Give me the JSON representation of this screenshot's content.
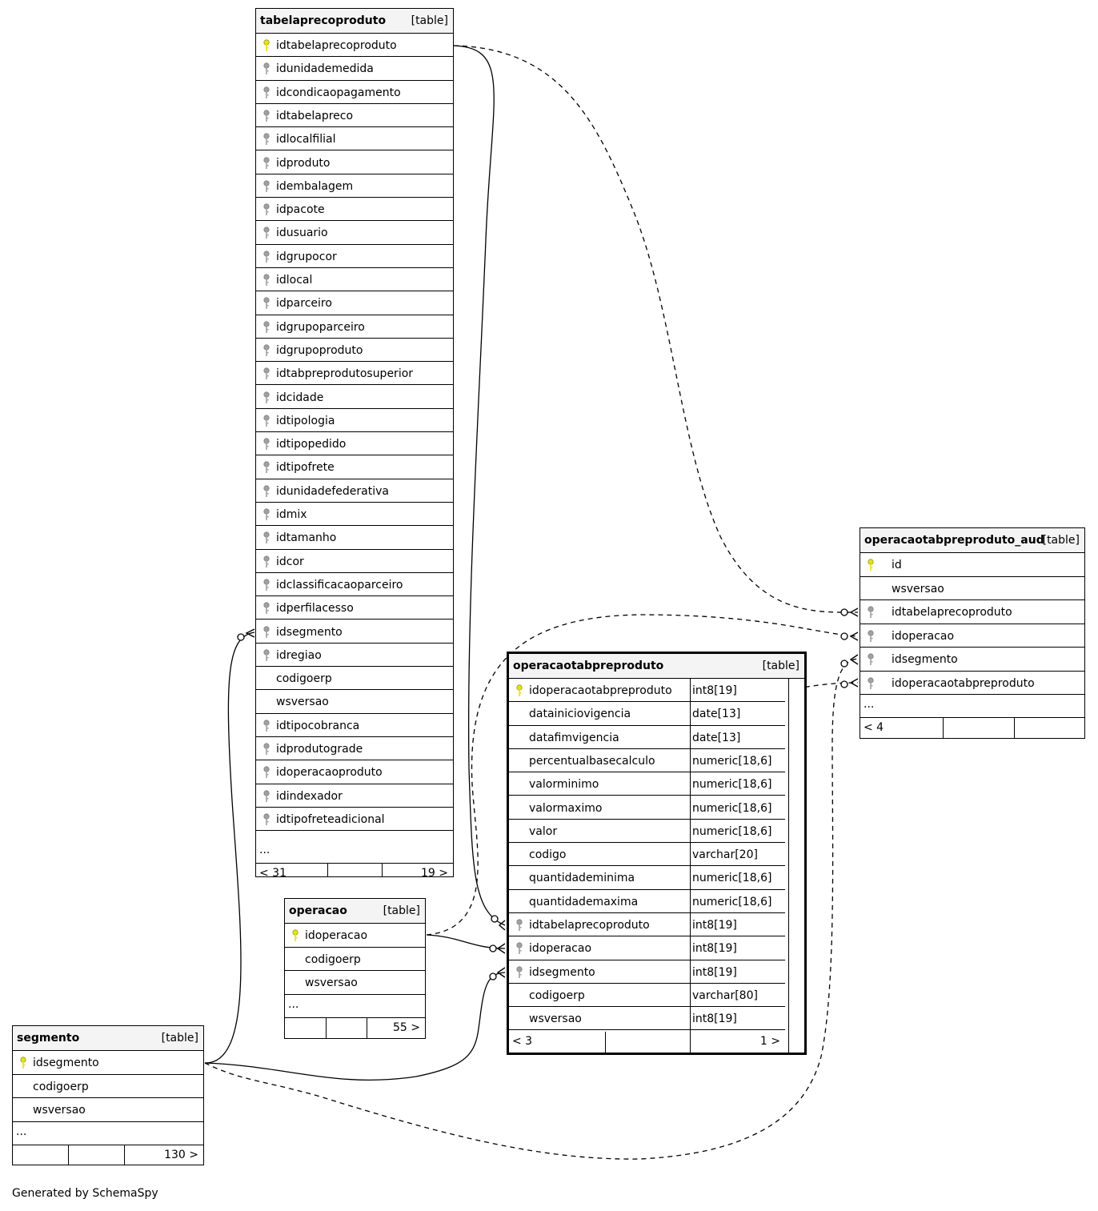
{
  "generated_by": "Generated by SchemaSpy",
  "tables": {
    "tabelaprecoproduto": {
      "name": "tabelaprecoproduto",
      "type": "[table]",
      "columns": [
        {
          "name": "idtabelaprecoproduto",
          "key": "pk"
        },
        {
          "name": "idunidademedida",
          "key": "fk"
        },
        {
          "name": "idcondicaopagamento",
          "key": "fk"
        },
        {
          "name": "idtabelapreco",
          "key": "fk"
        },
        {
          "name": "idlocalfilial",
          "key": "fk"
        },
        {
          "name": "idproduto",
          "key": "fk"
        },
        {
          "name": "idembalagem",
          "key": "fk"
        },
        {
          "name": "idpacote",
          "key": "fk"
        },
        {
          "name": "idusuario",
          "key": "fk"
        },
        {
          "name": "idgrupocor",
          "key": "fk"
        },
        {
          "name": "idlocal",
          "key": "fk"
        },
        {
          "name": "idparceiro",
          "key": "fk"
        },
        {
          "name": "idgrupoparceiro",
          "key": "fk"
        },
        {
          "name": "idgrupoproduto",
          "key": "fk"
        },
        {
          "name": "idtabpreprodutosuperior",
          "key": "fk"
        },
        {
          "name": "idcidade",
          "key": "fk"
        },
        {
          "name": "idtipologia",
          "key": "fk"
        },
        {
          "name": "idtipopedido",
          "key": "fk"
        },
        {
          "name": "idtipofrete",
          "key": "fk"
        },
        {
          "name": "idunidadefederativa",
          "key": "fk"
        },
        {
          "name": "idmix",
          "key": "fk"
        },
        {
          "name": "idtamanho",
          "key": "fk"
        },
        {
          "name": "idcor",
          "key": "fk"
        },
        {
          "name": "idclassificacaoparceiro",
          "key": "fk"
        },
        {
          "name": "idperfilacesso",
          "key": "fk"
        },
        {
          "name": "idsegmento",
          "key": "fk"
        },
        {
          "name": "idregiao",
          "key": "fk"
        },
        {
          "name": "codigoerp",
          "key": ""
        },
        {
          "name": "wsversao",
          "key": ""
        },
        {
          "name": "idtipocobranca",
          "key": "fk"
        },
        {
          "name": "idprodutograde",
          "key": "fk"
        },
        {
          "name": "idoperacaoproduto",
          "key": "fk"
        },
        {
          "name": "idindexador",
          "key": "fk"
        },
        {
          "name": "idtipofreteadicional",
          "key": "fk"
        }
      ],
      "ellipsis": "...",
      "footer_left": "< 31",
      "footer_right": "19 >"
    },
    "operacaotabpreproduto_aud": {
      "name": "operacaotabpreproduto_aud",
      "type": "[table]",
      "columns": [
        {
          "name": "id",
          "key": "pk"
        },
        {
          "name": "wsversao",
          "key": ""
        },
        {
          "name": "idtabelaprecoproduto",
          "key": "fk"
        },
        {
          "name": "idoperacao",
          "key": "fk"
        },
        {
          "name": "idsegmento",
          "key": "fk"
        },
        {
          "name": "idoperacaotabpreproduto",
          "key": "fk"
        }
      ],
      "ellipsis": "...",
      "footer_left": "< 4",
      "footer_right": ""
    },
    "operacaotabpreproduto": {
      "name": "operacaotabpreproduto",
      "type": "[table]",
      "columns": [
        {
          "name": "idoperacaotabpreproduto",
          "type": "int8[19]",
          "key": "pk"
        },
        {
          "name": "datainiciovigencia",
          "type": "date[13]",
          "key": ""
        },
        {
          "name": "datafimvigencia",
          "type": "date[13]",
          "key": ""
        },
        {
          "name": "percentualbasecalculo",
          "type": "numeric[18,6]",
          "key": ""
        },
        {
          "name": "valorminimo",
          "type": "numeric[18,6]",
          "key": ""
        },
        {
          "name": "valormaximo",
          "type": "numeric[18,6]",
          "key": ""
        },
        {
          "name": "valor",
          "type": "numeric[18,6]",
          "key": ""
        },
        {
          "name": "codigo",
          "type": "varchar[20]",
          "key": ""
        },
        {
          "name": "quantidademinima",
          "type": "numeric[18,6]",
          "key": ""
        },
        {
          "name": "quantidademaxima",
          "type": "numeric[18,6]",
          "key": ""
        },
        {
          "name": "idtabelaprecoproduto",
          "type": "int8[19]",
          "key": "fk"
        },
        {
          "name": "idoperacao",
          "type": "int8[19]",
          "key": "fk"
        },
        {
          "name": "idsegmento",
          "type": "int8[19]",
          "key": "fk"
        },
        {
          "name": "codigoerp",
          "type": "varchar[80]",
          "key": ""
        },
        {
          "name": "wsversao",
          "type": "int8[19]",
          "key": ""
        }
      ],
      "footer_left": "< 3",
      "footer_right": "1 >"
    },
    "operacao": {
      "name": "operacao",
      "type": "[table]",
      "columns": [
        {
          "name": "idoperacao",
          "key": "pk"
        },
        {
          "name": "codigoerp",
          "key": ""
        },
        {
          "name": "wsversao",
          "key": ""
        }
      ],
      "ellipsis": "...",
      "footer_left": "",
      "footer_right": "55 >"
    },
    "segmento": {
      "name": "segmento",
      "type": "[table]",
      "columns": [
        {
          "name": "idsegmento",
          "key": "pk"
        },
        {
          "name": "codigoerp",
          "key": ""
        },
        {
          "name": "wsversao",
          "key": ""
        }
      ],
      "ellipsis": "...",
      "footer_left": "",
      "footer_right": "130 >"
    }
  },
  "colors": {
    "pk_key": "#e6e600",
    "fk_key": "#a0a0a0",
    "header_bg": "#f4f4f4"
  }
}
